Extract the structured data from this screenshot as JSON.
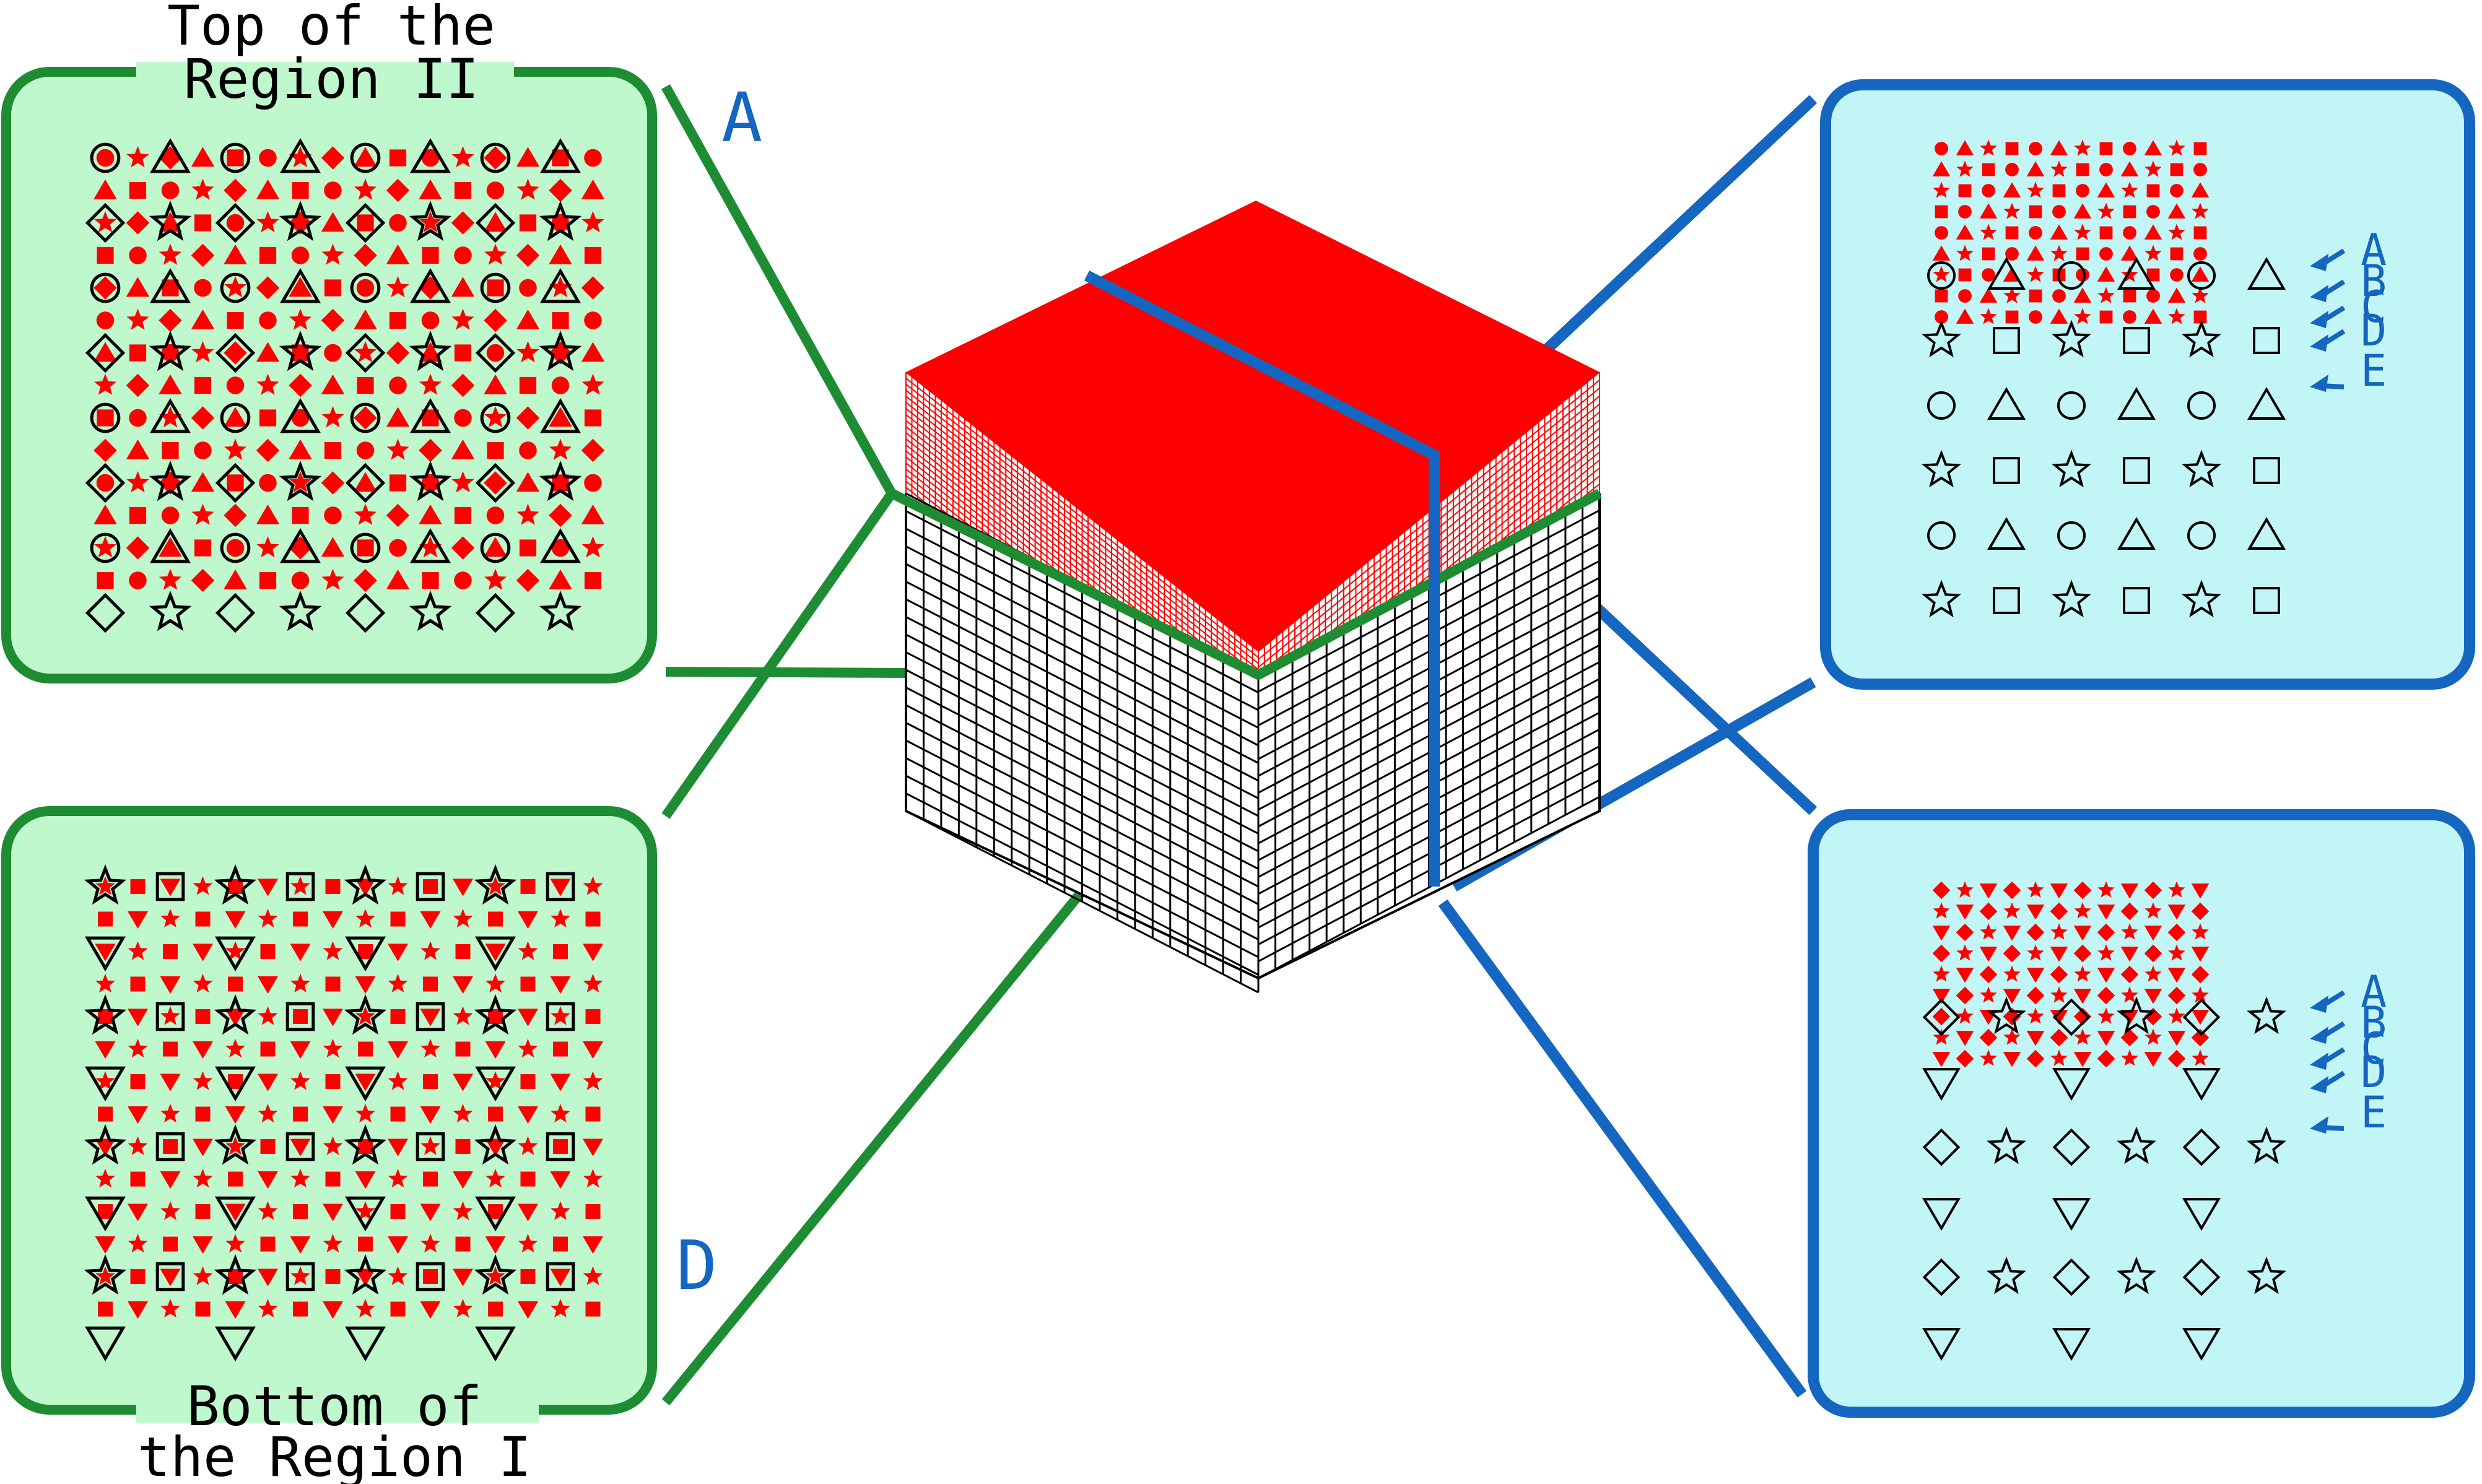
{
  "labels": {
    "top_title_line1": "Top of the",
    "top_title_line2": "Region II",
    "bottom_title_line1": "Bottom of",
    "bottom_title_line2": "the Region I",
    "label_A": "A",
    "label_D": "D",
    "arrows_top": [
      "A",
      "B",
      "C",
      "D",
      "E"
    ],
    "arrows_bottom": [
      "A",
      "B",
      "C",
      "D",
      "E"
    ]
  },
  "colors": {
    "green": "#1e8c33",
    "blue": "#1466c0",
    "red": "#ff0000",
    "green_fill": "#bff8cc",
    "cyan_fill": "#c2f6f6",
    "black": "#000000"
  }
}
